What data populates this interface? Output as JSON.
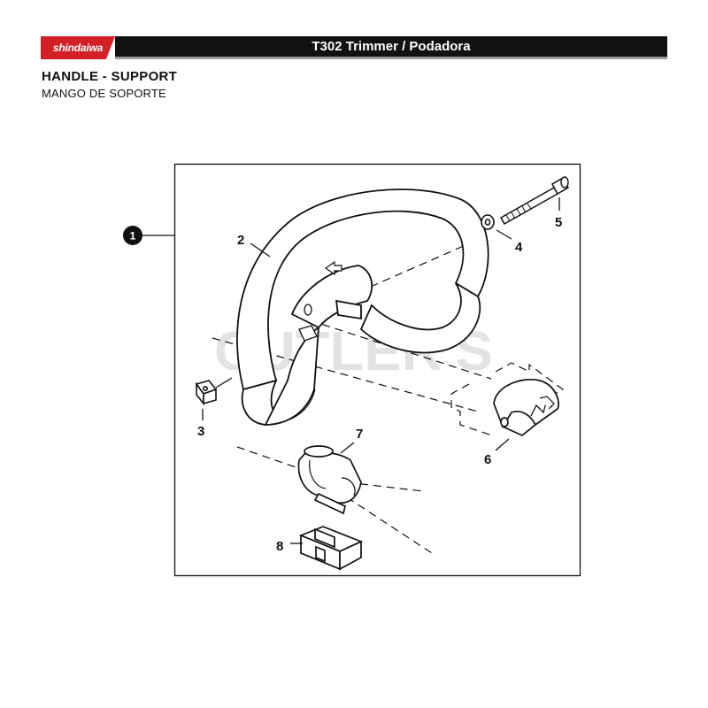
{
  "header": {
    "brand": "shindaiwa",
    "title": "T302 Trimmer / Podadora"
  },
  "section": {
    "title": "HANDLE - SUPPORT",
    "subtitle": "MANGO DE SOPORTE"
  },
  "watermark": "CUTLER'S",
  "assembly_label": "1",
  "parts": [
    {
      "num": "2",
      "part": "handle"
    },
    {
      "num": "3",
      "part": "square nut"
    },
    {
      "num": "4",
      "part": "washer"
    },
    {
      "num": "5",
      "part": "bolt"
    },
    {
      "num": "6",
      "part": "clamp cap"
    },
    {
      "num": "7",
      "part": "handle bracket"
    },
    {
      "num": "8",
      "part": "spacer"
    }
  ],
  "colors": {
    "brand_red": "#d32027",
    "header_black": "#111111",
    "watermark_gray": "#e3e3e3",
    "line": "#111111"
  }
}
